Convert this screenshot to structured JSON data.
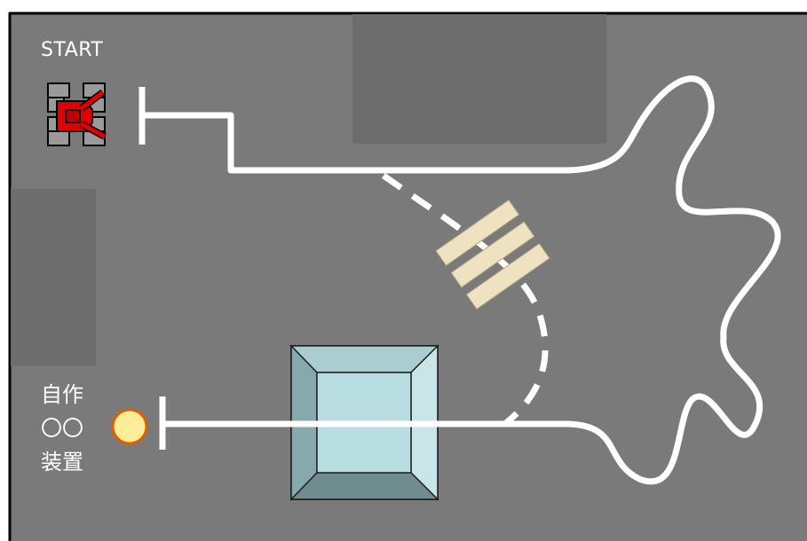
{
  "start": {
    "label": "START"
  },
  "goal": {
    "label_lines": [
      "自作",
      "〇〇",
      "装置"
    ]
  },
  "icons": {
    "robot": "red-tracked-robot-icon",
    "target": "yellow-circle-target-icon",
    "ramp": "ramp-obstacle",
    "slats": "wooden-slats-obstacle"
  },
  "colors": {
    "field": "#7a7a7a",
    "zone": "#6e6e6e",
    "line": "#ffffff",
    "robot": "#e00000",
    "target_fill": "#ffee99",
    "target_ring": "#e06000",
    "slat": "#efe2c1",
    "ramp_top": "#b8dde0"
  }
}
